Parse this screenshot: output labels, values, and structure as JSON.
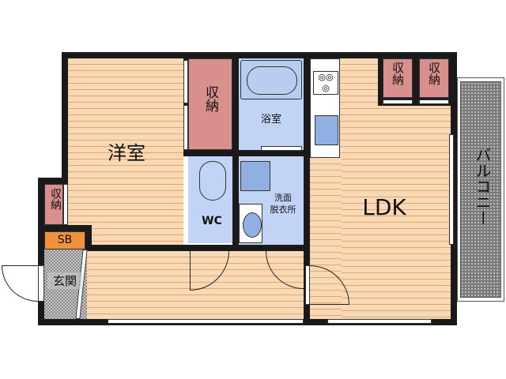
{
  "floorplan": {
    "rooms": {
      "western_room": {
        "label": "洋室"
      },
      "ldk": {
        "label": "LDK"
      },
      "bath": {
        "label": "浴室"
      },
      "wc": {
        "label": "WC"
      },
      "washroom": {
        "label_line1": "洗面",
        "label_line2": "脱衣所"
      },
      "entrance": {
        "label": "玄関"
      },
      "shoe_box": {
        "label": "SB"
      },
      "balcony": {
        "label": "バルコニー"
      }
    },
    "storage": [
      {
        "id": "storage-western",
        "label": "収納"
      },
      {
        "id": "storage-entrance",
        "label": "収納"
      },
      {
        "id": "storage-ldk-1",
        "label": "収納"
      },
      {
        "id": "storage-ldk-2",
        "label": "収納"
      }
    ],
    "colors": {
      "wall": "#1a1a1a",
      "floor": "#f8d9b5",
      "floor_lines": "#eaa36f",
      "wet_area": "#c2d4f5",
      "storage": "#d98f8c",
      "shoe_box": "#f0913c",
      "balcony": "#7a7a7a",
      "fixture_blue": "#8fb0e0"
    }
  }
}
